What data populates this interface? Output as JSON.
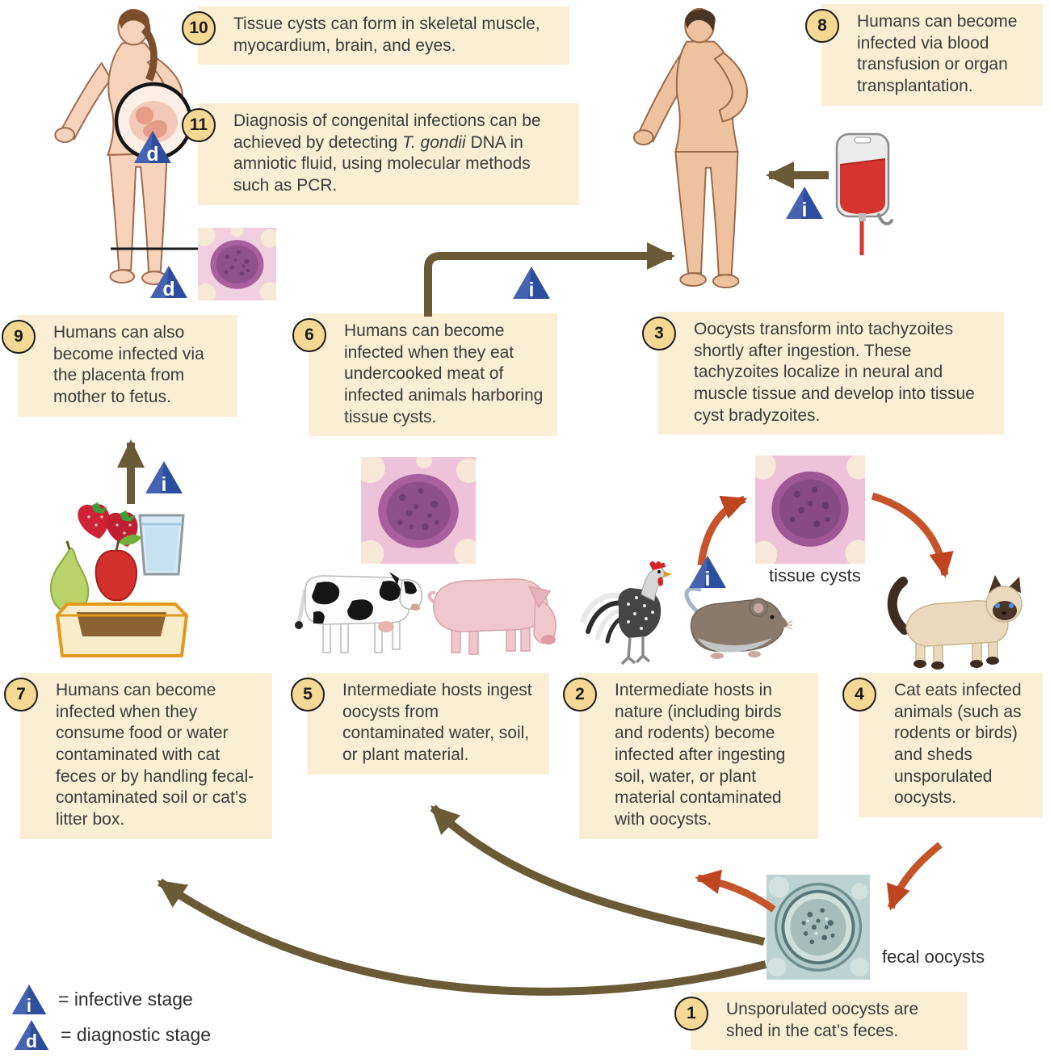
{
  "legend": {
    "infective": {
      "symbol": "i",
      "label": "= infective stage"
    },
    "diagnostic": {
      "symbol": "d",
      "label": "= diagnostic stage"
    }
  },
  "labels": {
    "tissue_cysts": "tissue cysts",
    "fecal_oocysts": "fecal oocysts"
  },
  "steps": [
    {
      "num": "1",
      "text": "Unsporulated oocysts are shed in the cat’s feces."
    },
    {
      "num": "2",
      "text": "Intermediate hosts in nature (including birds and rodents) become infected after ingesting soil, water, or plant material contaminated with oocysts."
    },
    {
      "num": "3",
      "text": "Oocysts transform into tachyzoites shortly after ingestion. These tachyzoites localize in neural and muscle tissue and develop into tissue cyst bradyzoites."
    },
    {
      "num": "4",
      "text": "Cat eats infected animals (such as rodents or birds) and sheds unsporulated oocysts."
    },
    {
      "num": "5",
      "text": "Intermediate hosts ingest oocysts from contaminated water, soil, or plant material."
    },
    {
      "num": "6",
      "text": "Humans can become infected when they eat undercooked meat of infected animals harboring tissue cysts."
    },
    {
      "num": "7",
      "text": "Humans can become infected when they consume food or water contaminated with cat feces or by handling fecal-contaminated soil or cat’s litter box."
    },
    {
      "num": "8",
      "text": "Humans can become infected via blood transfusion or organ transplantation."
    },
    {
      "num": "9",
      "text": "Humans can also become infected via the placenta from mother to fetus."
    },
    {
      "num": "10",
      "text": "Tissue cysts can form in skeletal muscle, myocardium, brain, and eyes."
    },
    {
      "num": "11",
      "before": "Diagnosis of congenital infections can be achieved by detecting ",
      "italic": "T. gondii",
      "after": " DNA in amniotic fluid, using molecular methods such as PCR."
    }
  ],
  "icons": {
    "woman": "woman-figure",
    "man": "man-figure",
    "blood_bag": "blood-bag-icon",
    "strawberries": "strawberries-icon",
    "pear": "pear-icon",
    "apple": "apple-icon",
    "water_glass": "water-glass-icon",
    "litter_box": "litter-box-icon",
    "cow": "cow-image",
    "pig": "pig-image",
    "rooster": "rooster-image",
    "mouse": "mouse-image",
    "cat": "cat-image"
  },
  "colors": {
    "box_bg": "#faeed5",
    "badge_bg": "#f5d893",
    "arrow_brown": "#6b5a36",
    "arrow_red": "#c6542b",
    "triangle_blue": "#2d4e9e",
    "text": "#3b3b3b"
  }
}
